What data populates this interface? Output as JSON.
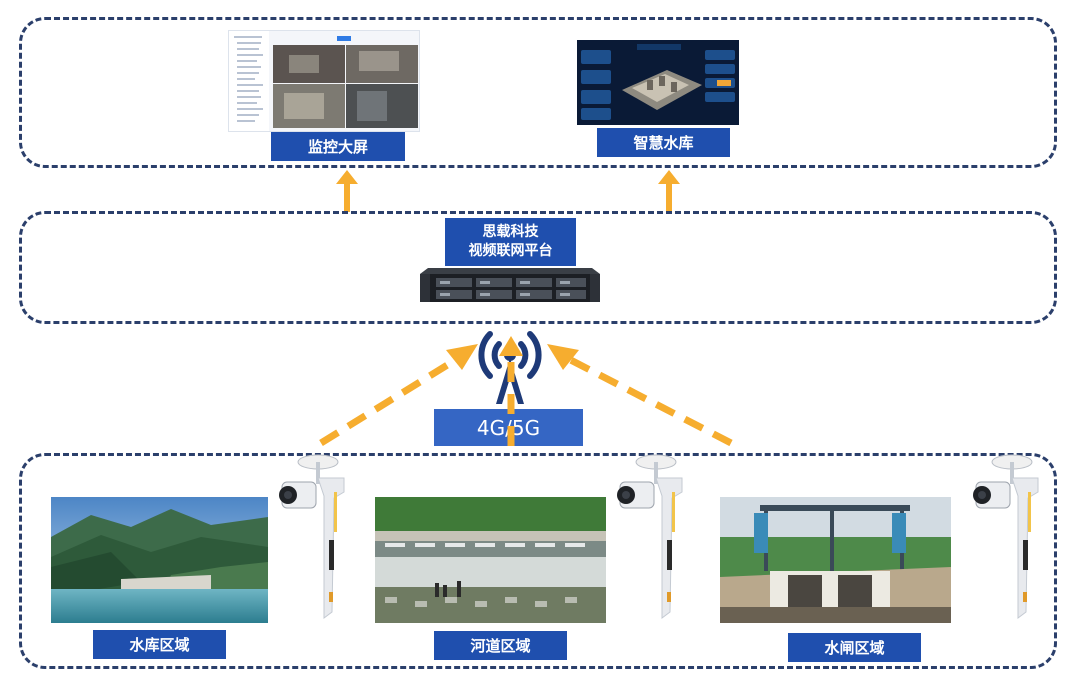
{
  "top_tier": {
    "monitor_label": "监控大屏",
    "reservoir_label": "智慧水库"
  },
  "middle_tier": {
    "platform_line1": "思载科技",
    "platform_line2": "视频联网平台"
  },
  "network": {
    "label": "4G/5G"
  },
  "bottom_tier": {
    "areas": [
      {
        "label": "水库区域"
      },
      {
        "label": "河道区域"
      },
      {
        "label": "水闸区域"
      }
    ]
  },
  "colors": {
    "tier_border": "#2b3f6b",
    "label_bg": "#1f4fae",
    "arrow": "#f6ad2f",
    "network_bg": "#3566c4"
  }
}
